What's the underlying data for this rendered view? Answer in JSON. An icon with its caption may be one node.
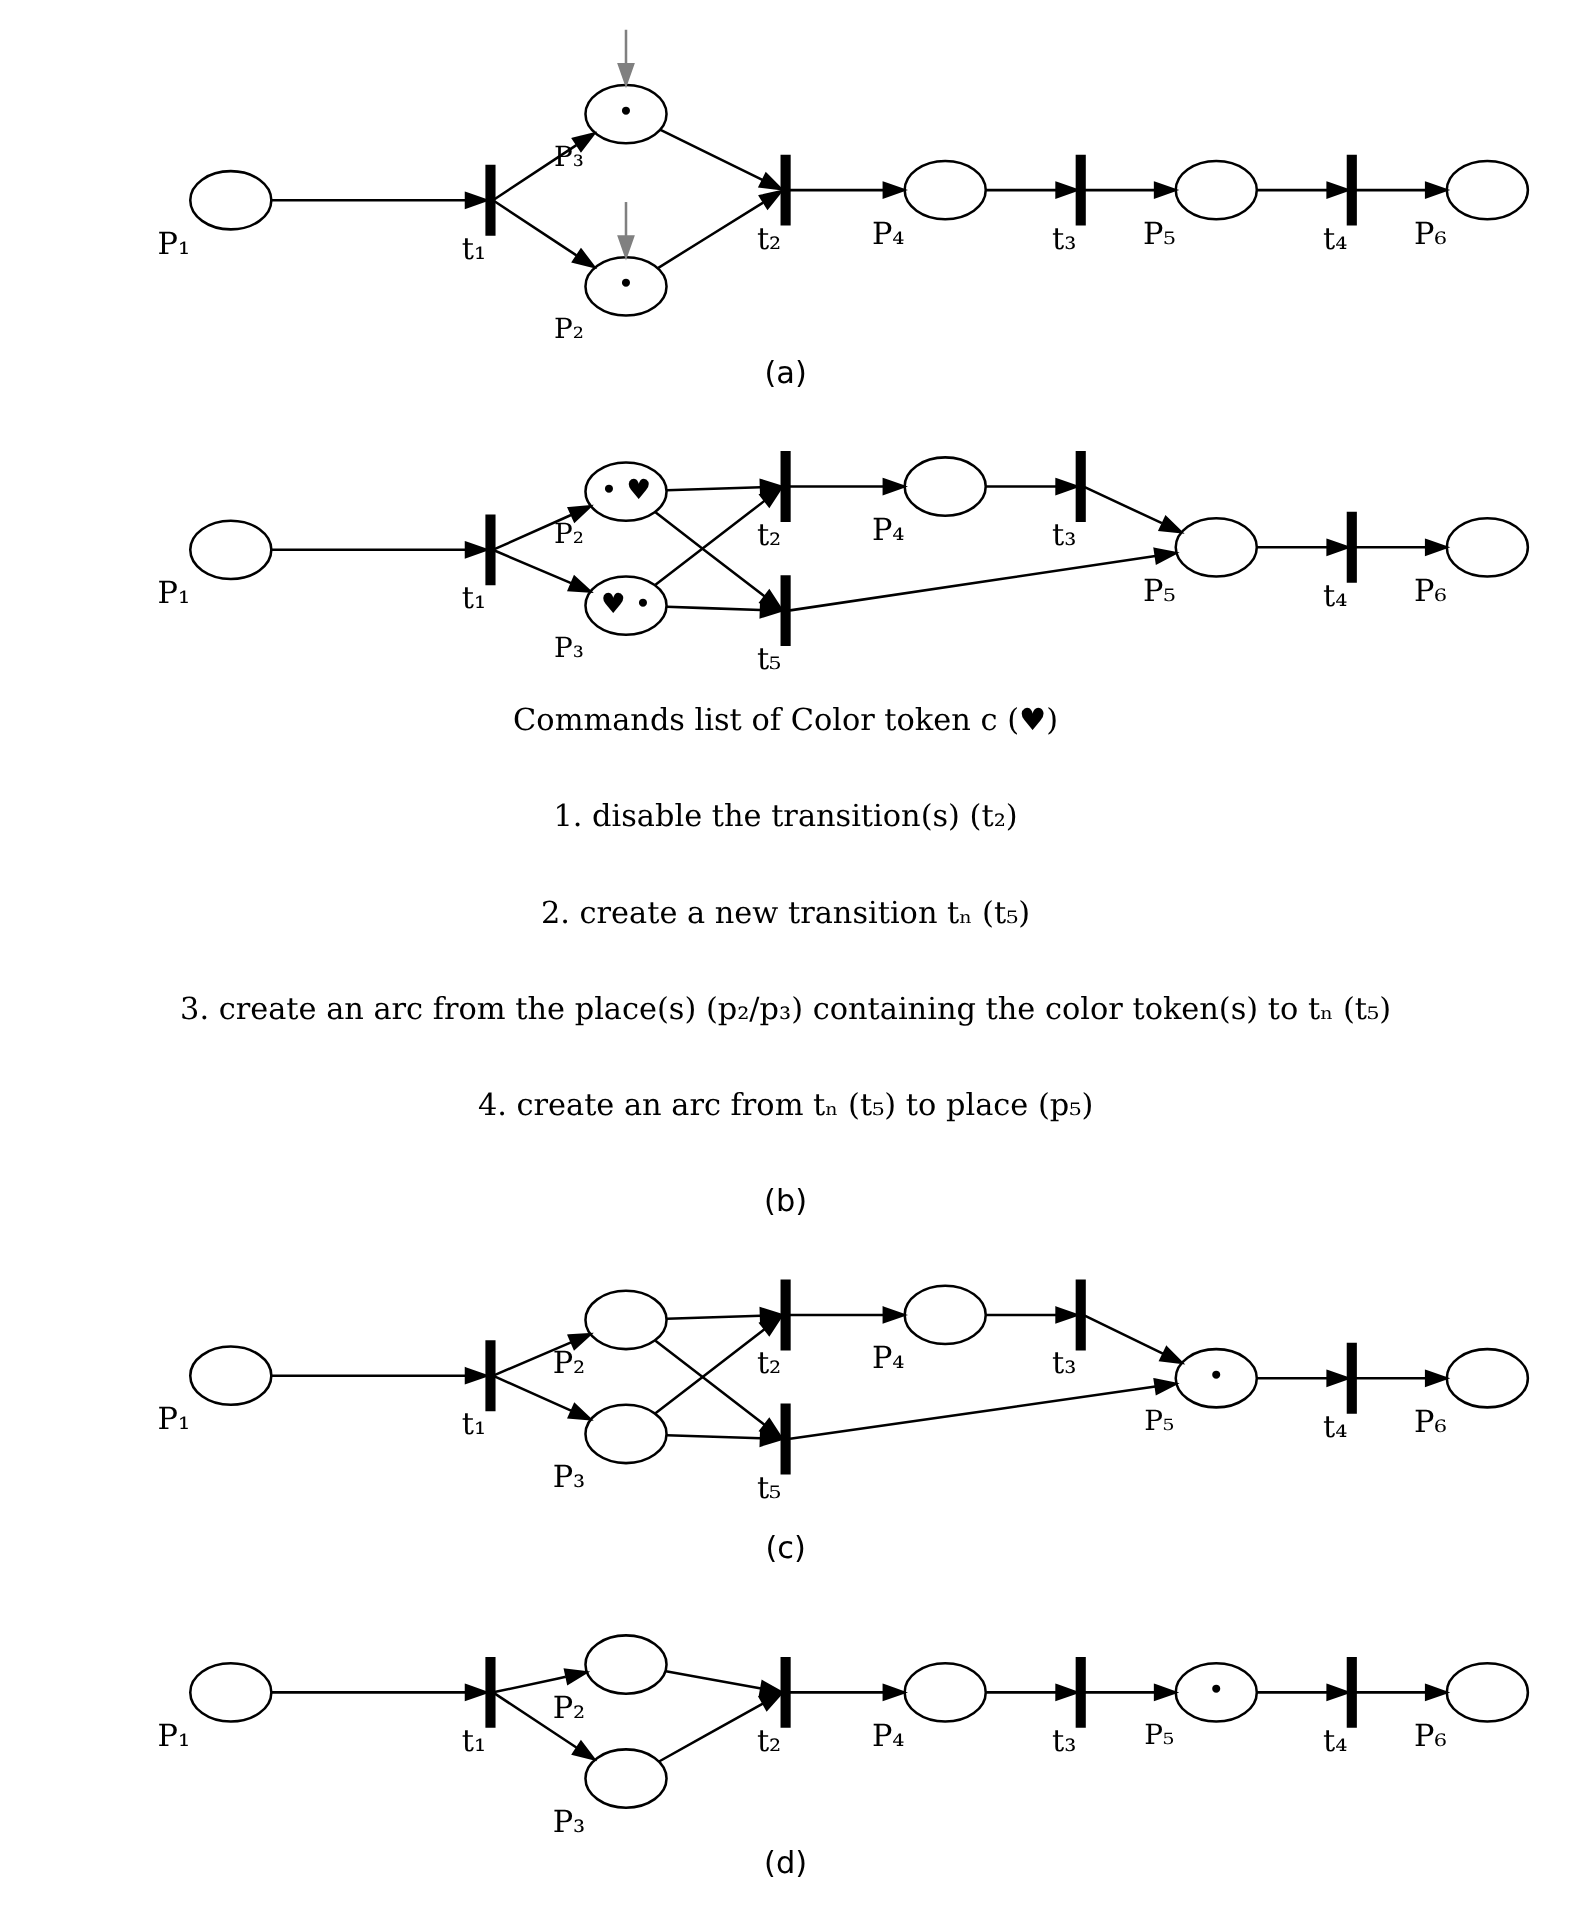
{
  "diagram": {
    "nodes": [
      {
        "text": [],
        "shape": "ellipse",
        "beside": [
          "P₁"
        ]
      },
      {
        "text": [],
        "shape": "bar",
        "beside": [
          "t₁"
        ]
      },
      {
        "text": [
          "•"
        ],
        "beside": [
          "P₂"
        ]
      },
      {
        "text": [
          "•"
        ],
        "beside": [
          "P₃"
        ]
      },
      {
        "text": [],
        "shape": "bar",
        "beside": [
          "t₂"
        ]
      },
      {
        "text": [],
        "shape": "ellipse",
        "beside": [
          "P₄"
        ]
      },
      {
        "text": [],
        "shape": "bar",
        "beside": [
          "t₃"
        ]
      },
      {
        "text": [],
        "shape": "ellipse",
        "beside": [
          "P₅"
        ]
      },
      {
        "text": [],
        "shape": "bar",
        "beside": [
          "t₄"
        ]
      },
      {
        "text": [],
        "shape": "ellipse",
        "beside": [
          "P₆"
        ]
      },
      {
        "text": [],
        "shape": "ellipse",
        "beside": [
          "P₁"
        ]
      },
      {
        "text": [],
        "shape": "bar",
        "beside": [
          "t₁"
        ]
      },
      {
        "text": [
          "• ♥"
        ],
        "beside": [
          "P₂"
        ]
      },
      {
        "text": [
          "♥ •"
        ],
        "beside": [
          "P₃"
        ]
      },
      {
        "text": [],
        "shape": "bar",
        "beside": [
          "t₂"
        ]
      },
      {
        "text": [],
        "shape": "ellipse",
        "beside": [
          "P₄"
        ]
      },
      {
        "text": [],
        "shape": "bar",
        "beside": [
          "t₃"
        ]
      },
      {
        "text": [],
        "shape": "ellipse",
        "beside": [
          "P₅"
        ]
      },
      {
        "text": [],
        "shape": "bar",
        "beside": [
          "t₄"
        ]
      },
      {
        "text": [],
        "shape": "ellipse",
        "beside": [
          "P₆"
        ]
      },
      {
        "text": [],
        "shape": "bar",
        "beside": [
          "t₅"
        ]
      },
      {
        "text": [],
        "shape": "ellipse",
        "beside": [
          "P₁"
        ]
      },
      {
        "text": [],
        "shape": "bar",
        "beside": [
          "t₁"
        ]
      },
      {
        "text": [],
        "shape": "ellipse",
        "beside": [
          "P₂"
        ]
      },
      {
        "text": [],
        "shape": "ellipse",
        "beside": [
          "P₃"
        ]
      },
      {
        "text": [],
        "shape": "bar",
        "beside": [
          "t₂"
        ]
      },
      {
        "text": [],
        "shape": "ellipse",
        "beside": [
          "P₄"
        ]
      },
      {
        "text": [],
        "shape": "bar",
        "beside": [
          "t₃"
        ]
      },
      {
        "text": [
          "•"
        ],
        "beside": [
          "P₅"
        ]
      },
      {
        "text": [],
        "shape": "bar",
        "beside": [
          "t₄"
        ]
      },
      {
        "text": [],
        "shape": "ellipse",
        "beside": [
          "P₆"
        ]
      },
      {
        "text": [],
        "shape": "bar",
        "beside": [
          "t₅"
        ]
      },
      {
        "text": [],
        "shape": "ellipse",
        "beside": [
          "P₁"
        ]
      },
      {
        "text": [],
        "shape": "bar",
        "beside": [
          "t₁"
        ]
      },
      {
        "text": [],
        "shape": "ellipse",
        "beside": [
          "P₂"
        ]
      },
      {
        "text": [],
        "shape": "ellipse",
        "beside": [
          "P₃"
        ]
      },
      {
        "text": [],
        "shape": "bar",
        "beside": [
          "t₂"
        ]
      },
      {
        "text": [],
        "shape": "ellipse",
        "beside": [
          "P₄"
        ]
      },
      {
        "text": [],
        "shape": "bar",
        "beside": [
          "t₃"
        ]
      },
      {
        "text": [
          "•"
        ],
        "beside": [
          "P₅"
        ]
      },
      {
        "text": [],
        "shape": "bar",
        "beside": [
          "t₄"
        ]
      },
      {
        "text": [],
        "shape": "ellipse",
        "beside": [
          "P₆"
        ]
      }
    ],
    "edges": [
      {
        "from": 0,
        "to": 1,
        "arrow": "to"
      },
      {
        "from": 1,
        "to": 2,
        "arrow": "to"
      },
      {
        "from": 1,
        "to": 3,
        "arrow": "to"
      },
      {
        "from": null,
        "to": 2,
        "arrow": "to",
        "color": "#808080"
      },
      {
        "from": null,
        "to": 3,
        "arrow": "to",
        "color": "#808080"
      },
      {
        "from": 2,
        "to": 4,
        "arrow": "to"
      },
      {
        "from": 3,
        "to": 4,
        "arrow": "to"
      },
      {
        "from": 4,
        "to": 5,
        "arrow": "to"
      },
      {
        "from": 5,
        "to": 6,
        "arrow": "to"
      },
      {
        "from": 6,
        "to": 7,
        "arrow": "to"
      },
      {
        "from": 7,
        "to": 8,
        "arrow": "to"
      },
      {
        "from": 8,
        "to": 9,
        "arrow": "to"
      },
      {
        "from": 10,
        "to": 11,
        "arrow": "to"
      },
      {
        "from": 11,
        "to": 12,
        "arrow": "to"
      },
      {
        "from": 11,
        "to": 13,
        "arrow": "to"
      },
      {
        "from": 12,
        "to": 20,
        "arrow": "to"
      },
      {
        "from": 12,
        "to": 14,
        "arrow": "to"
      },
      {
        "from": 13,
        "to": 20,
        "arrow": "to"
      },
      {
        "from": 13,
        "to": 14,
        "arrow": "to"
      },
      {
        "from": 14,
        "to": 15,
        "arrow": "to"
      },
      {
        "from": 15,
        "to": 16,
        "arrow": "to"
      },
      {
        "from": 16,
        "to": 17,
        "arrow": "to"
      },
      {
        "from": 20,
        "to": 17,
        "arrow": "to"
      },
      {
        "from": 17,
        "to": 18,
        "arrow": "to"
      },
      {
        "from": 18,
        "to": 19,
        "arrow": "to"
      },
      {
        "from": 21,
        "to": 22,
        "arrow": "to"
      },
      {
        "from": 22,
        "to": 23,
        "arrow": "to"
      },
      {
        "from": 22,
        "to": 24,
        "arrow": "to"
      },
      {
        "from": 23,
        "to": 31,
        "arrow": "to"
      },
      {
        "from": 23,
        "to": 25,
        "arrow": "to"
      },
      {
        "from": 24,
        "to": 31,
        "arrow": "to"
      },
      {
        "from": 24,
        "to": 25,
        "arrow": "to"
      },
      {
        "from": 25,
        "to": 26,
        "arrow": "to"
      },
      {
        "from": 26,
        "to": 27,
        "arrow": "to"
      },
      {
        "from": 27,
        "to": 28,
        "arrow": "to"
      },
      {
        "from": 31,
        "to": 28,
        "arrow": "to"
      },
      {
        "from": 28,
        "to": 29,
        "arrow": "to"
      },
      {
        "from": 29,
        "to": 30,
        "arrow": "to"
      },
      {
        "from": 32,
        "to": 33,
        "arrow": "to"
      },
      {
        "from": 33,
        "to": 34,
        "arrow": "to"
      },
      {
        "from": 33,
        "to": 35,
        "arrow": "to"
      },
      {
        "from": 34,
        "to": 36,
        "arrow": "to"
      },
      {
        "from": 35,
        "to": 36,
        "arrow": "to"
      },
      {
        "from": 36,
        "to": 37,
        "arrow": "to"
      },
      {
        "from": 37,
        "to": 38,
        "arrow": "to"
      },
      {
        "from": 38,
        "to": 39,
        "arrow": "to"
      },
      {
        "from": 39,
        "to": 40,
        "arrow": "to"
      },
      {
        "from": 40,
        "to": 41,
        "arrow": "to"
      }
    ],
    "labels": [
      "(a)",
      "Commands list of Color token c (♥)",
      "1. disable the transition(s) (t₂)",
      "2. create a new transition tₙ (t₅)",
      "3. create an arc from the place(s) (p₂/p₃) containing the color token(s) to tₙ (t₅)",
      "4. create an arc from tₙ (t₅) to place (p₅)",
      "(b)",
      "(c)",
      "(d)"
    ]
  }
}
